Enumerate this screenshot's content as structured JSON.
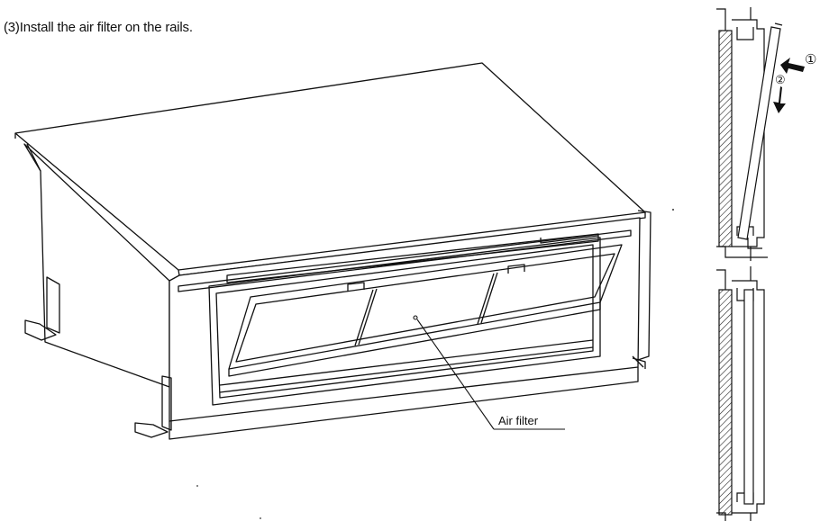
{
  "instruction": "(3)Install the air filter on the rails.",
  "callouts": {
    "air_filter": "Air filter"
  },
  "steps": {
    "step1": "①",
    "step2": "②"
  }
}
